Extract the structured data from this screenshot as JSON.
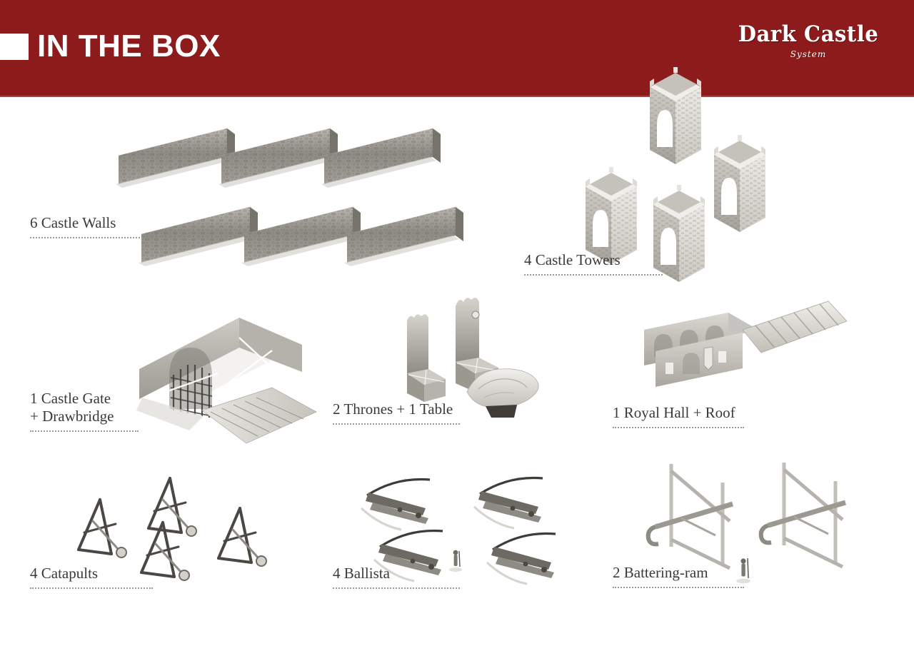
{
  "header": {
    "title": "IN THE BOX",
    "mark": "white-square-mark",
    "band_color": "#8d1b1b",
    "band_underline_color": "#a84444"
  },
  "logo": {
    "name": "Dark Castle",
    "subtitle": "System"
  },
  "items": [
    {
      "id": "castle-walls",
      "caption": "6 Castle Walls",
      "count": 6,
      "noun": "Castle Walls",
      "art": "isometric-stone-wall-sections"
    },
    {
      "id": "castle-towers",
      "caption": "4 Castle Towers",
      "count": 4,
      "noun": "Castle Towers",
      "art": "isometric-crenellated-towers"
    },
    {
      "id": "castle-gate",
      "caption_line_1": "1 Castle Gate",
      "caption_line_2": "+ Drawbridge",
      "count": 1,
      "noun": "Castle Gate + Drawbridge",
      "art": "isometric-gatehouse-portcullis-drawbridge"
    },
    {
      "id": "thrones-table",
      "caption": "2 Thrones + 1 Table",
      "count": 2,
      "noun": "Thrones + 1 Table",
      "art": "isometric-stone-thrones-and-table"
    },
    {
      "id": "royal-hall",
      "caption": "1 Royal Hall + Roof",
      "count": 1,
      "noun": "Royal Hall + Roof",
      "art": "flat-hall-wall-panels-and-tiled-roof"
    },
    {
      "id": "catapults",
      "caption": "4 Catapults",
      "count": 4,
      "noun": "Catapults",
      "art": "dark-wood-catapult-frames"
    },
    {
      "id": "ballista",
      "caption": "4 Ballista",
      "count": 4,
      "noun": "Ballista",
      "art": "giant-crossbow-ballistae-with-mini-figure"
    },
    {
      "id": "battering-ram",
      "caption": "2 Battering-ram",
      "count": 2,
      "noun": "Battering-ram",
      "art": "timber-battering-ram-frames-with-mini-figure"
    }
  ],
  "palette": {
    "page_background": "#ffffff",
    "brand_red": "#8d1b1b",
    "caption_text": "#3a3a38",
    "rule_dots": "#9a9a96",
    "stone_light": "#e8e6e2",
    "stone_mid": "#b7b4ad",
    "stone_dark": "#6f6c66",
    "wood_dark": "#4a4742",
    "shadow": "#d8d6d2"
  }
}
